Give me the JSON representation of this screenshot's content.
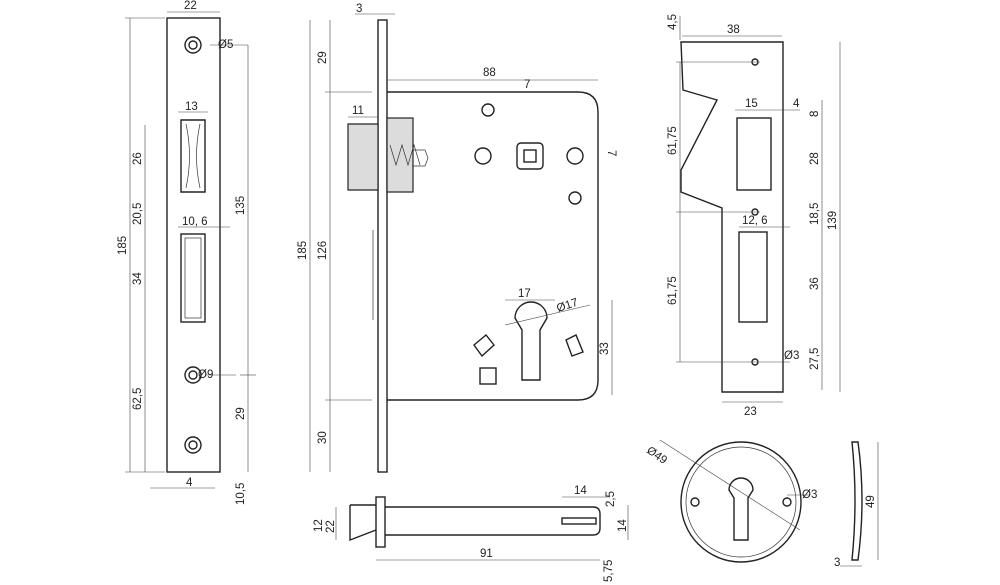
{
  "faceplate": {
    "width": "22",
    "hole_dia": "Ø5",
    "latch_width": "13",
    "bolt_width": "10, 6",
    "cyl_hole_dia": "Ø9",
    "bottom_dim": "4",
    "left_dims": [
      "185",
      "26",
      "20,5",
      "34",
      "62,5"
    ],
    "right_dims": [
      "135",
      "29",
      "10,5"
    ]
  },
  "lockbody": {
    "plate_thickness": "3",
    "latch_length": "11",
    "depth": "88",
    "angle": "7",
    "backset_mark": "7",
    "left_dims": [
      "185",
      "29",
      "126",
      "30"
    ],
    "cyl_width": "17",
    "cyl_dia": "Ø17",
    "cyl_height": "33"
  },
  "strike": {
    "top_offset": "4,5",
    "width": "38",
    "window_width": "15",
    "window_margin": "4",
    "window_top": "8",
    "window_height": "28",
    "gap": "18,5",
    "bolt_window": "12, 6",
    "bolt_height": "36",
    "bottom": "27,5",
    "total": "139",
    "pitch_top": "61,75",
    "pitch_bottom": "61,75",
    "hole_dia": "Ø3",
    "bottom_width": "23"
  },
  "key_bit": {
    "length": "91",
    "tip": "14",
    "offset": "2,5",
    "tail": "14",
    "thickness": "12",
    "step": "22",
    "bottom": "5,75"
  },
  "rosette": {
    "diameter": "Ø49",
    "hole_dia": "Ø3",
    "height": "49",
    "thickness": "3"
  }
}
